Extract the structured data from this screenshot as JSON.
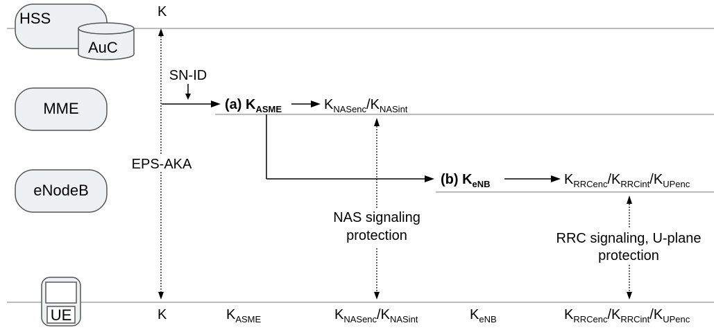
{
  "nodes": {
    "hss": "HSS",
    "auc": "AuC",
    "mme": "MME",
    "enodeb": "eNodeB",
    "ue": "UE"
  },
  "top_key": {
    "main": "K"
  },
  "sn_id": "SN-ID",
  "eps_aka": "EPS-AKA",
  "k_asme_step": {
    "prefix": "(a) ",
    "main": "K",
    "sub": "ASME"
  },
  "k_enb_step": {
    "prefix": "(b) ",
    "main": "K",
    "sub": "eNB"
  },
  "mme_derived_keys": [
    {
      "main": "K",
      "sub": "NASenc"
    },
    {
      "sep": "/"
    },
    {
      "main": "K",
      "sub": "NASint"
    }
  ],
  "enb_derived_keys": [
    {
      "main": "K",
      "sub": "RRCenc"
    },
    {
      "sep": "/"
    },
    {
      "main": "K",
      "sub": "RRCint"
    },
    {
      "sep": "/"
    },
    {
      "main": "K",
      "sub": "UPenc"
    }
  ],
  "nas_protection": [
    "NAS signaling",
    "protection"
  ],
  "rrc_protection": [
    "RRC signaling, U-plane",
    "protection"
  ],
  "ue_keys": {
    "k": {
      "main": "K"
    },
    "k_asme": {
      "main": "K",
      "sub": "ASME"
    },
    "nas": [
      {
        "main": "K",
        "sub": "NASenc"
      },
      {
        "sep": "/"
      },
      {
        "main": "K",
        "sub": "NASint"
      }
    ],
    "k_enb": {
      "main": "K",
      "sub": "eNB"
    },
    "rrc": [
      {
        "main": "K",
        "sub": "RRCenc"
      },
      {
        "sep": "/"
      },
      {
        "main": "K",
        "sub": "RRCint"
      },
      {
        "sep": "/"
      },
      {
        "main": "K",
        "sub": "UPenc"
      }
    ]
  }
}
